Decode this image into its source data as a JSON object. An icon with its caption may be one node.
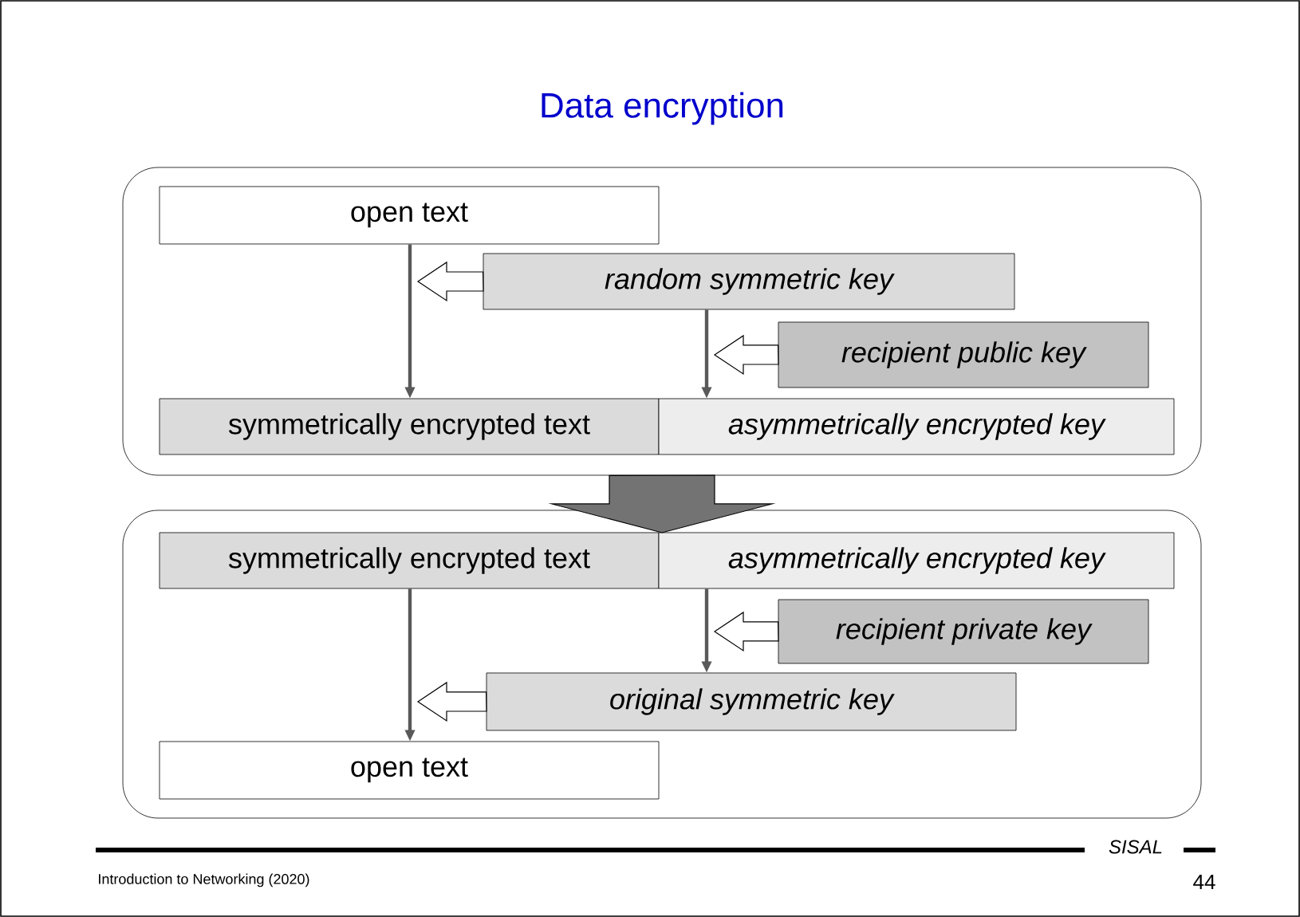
{
  "diagram": {
    "title": "Data encryption",
    "nodes": [
      {
        "text": [],
        "shape": "box"
      },
      {
        "text": [
          "open text"
        ],
        "in": 0
      },
      {
        "text": [
          "random symmetric key"
        ],
        "in": 0
      },
      {
        "text": [
          "recipient public key"
        ],
        "in": 0
      },
      {
        "text": [
          "symmetrically encrypted text"
        ],
        "in": 0
      },
      {
        "text": [
          "asymmetrically encrypted key"
        ],
        "in": 0
      },
      {
        "text": [],
        "shape": "box"
      },
      {
        "text": [
          "symmetrically encrypted text"
        ],
        "in": 6
      },
      {
        "text": [
          "asymmetrically encrypted key"
        ],
        "in": 6
      },
      {
        "text": [
          "recipient private key"
        ],
        "in": 6
      },
      {
        "text": [
          "original symmetric key"
        ],
        "in": 6
      },
      {
        "text": [
          "open text"
        ],
        "in": 6
      }
    ],
    "edges": [
      {
        "from": 1,
        "to": 4,
        "arrow": "to"
      },
      {
        "from": 2,
        "to": null,
        "arrow": "to",
        "style": "thick"
      },
      {
        "from": 2,
        "to": 5,
        "arrow": "to"
      },
      {
        "from": 3,
        "to": null,
        "arrow": "to",
        "style": "thick"
      },
      {
        "from": 0,
        "to": 6,
        "arrow": "to",
        "style": "thick"
      },
      {
        "from": 7,
        "to": 11,
        "arrow": "to"
      },
      {
        "from": 8,
        "to": 10,
        "arrow": "to"
      },
      {
        "from": 9,
        "to": null,
        "arrow": "to",
        "style": "thick"
      },
      {
        "from": 10,
        "to": null,
        "arrow": "to",
        "style": "thick"
      }
    ],
    "labels": [
      "SISAL",
      "Introduction to Networking (2020)",
      "44"
    ]
  }
}
